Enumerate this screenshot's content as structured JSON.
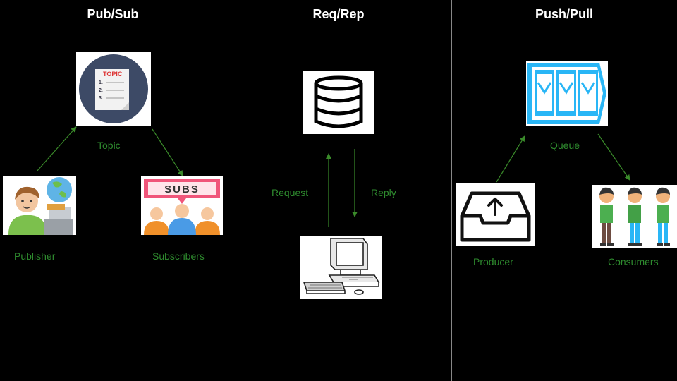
{
  "panels": {
    "pubsub": {
      "title": "Pub/Sub",
      "topic_label": "Topic",
      "publisher_label": "Publisher",
      "subscribers_label": "Subscribers",
      "topic_icon_text": "TOPIC",
      "topic_list": [
        "1.",
        "2.",
        "3."
      ],
      "subs_sign_text": "SUBS"
    },
    "reqrep": {
      "title": "Req/Rep",
      "request_label": "Request",
      "reply_label": "Reply"
    },
    "pushpull": {
      "title": "Push/Pull",
      "queue_label": "Queue",
      "producer_label": "Producer",
      "consumers_label": "Consumers"
    }
  },
  "colors": {
    "background": "#000000",
    "label_green": "#2e8b2e",
    "arrow_green": "#3a8a2a",
    "divider": "#888888",
    "queue_blue": "#29b6f6",
    "subs_pink": "#f0557a"
  }
}
